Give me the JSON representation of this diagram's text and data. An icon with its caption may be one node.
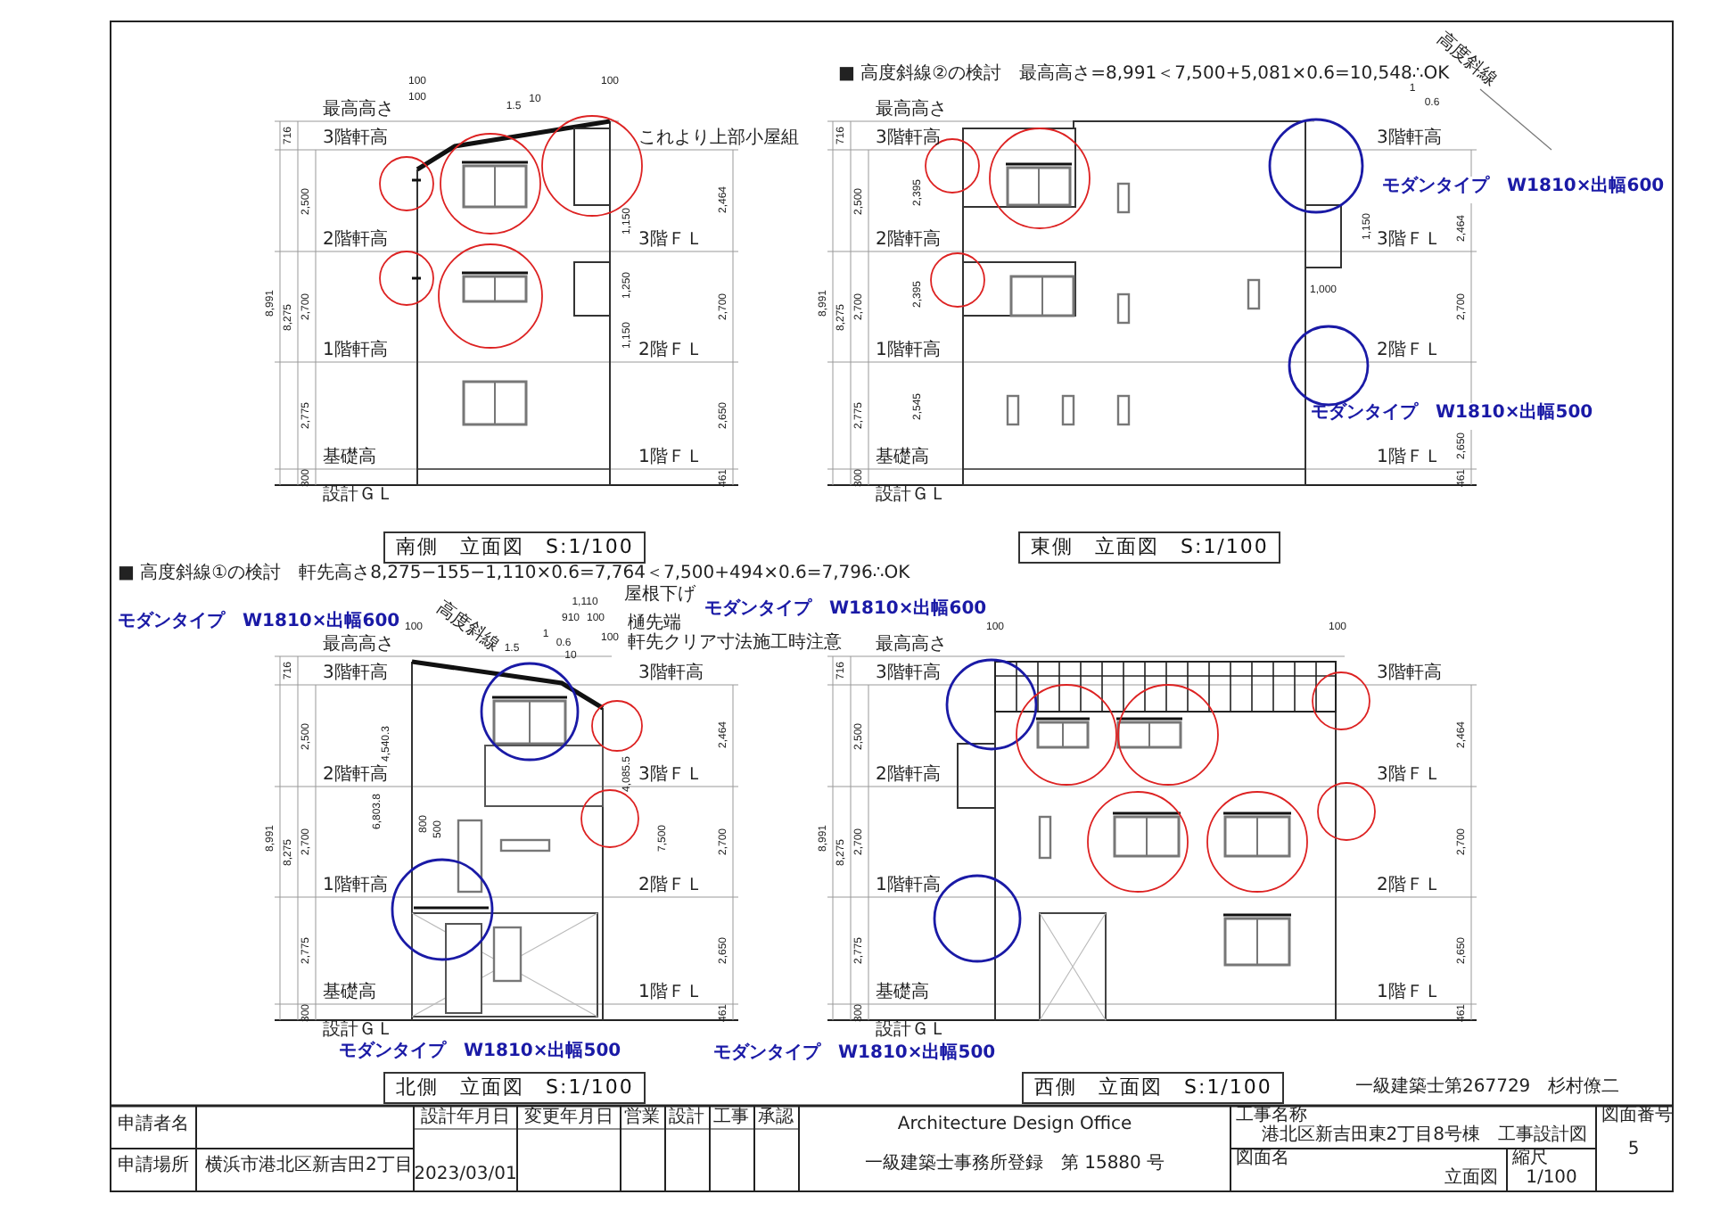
{
  "diagram": {
    "nodes": [
      {
        "text": [
          "南側　立面図　S:1/100"
        ]
      },
      {
        "text": [
          "東側　立面図　S:1/100"
        ]
      },
      {
        "text": [
          "北側　立面図　S:1/100"
        ]
      },
      {
        "text": [
          "西側　立面図　S:1/100"
        ]
      }
    ],
    "labels": [
      "最高高さ",
      "3階軒高",
      "2階軒高",
      "1階軒高",
      "基礎高",
      "設計ＧＬ",
      "8,991",
      "716",
      "8,275",
      "2,500",
      "2,700",
      "2,775",
      "300",
      "これより上部小屋組",
      "3階ＦＬ",
      "2階ＦＬ",
      "1階ＦＬ",
      "2,464",
      "2,700",
      "2,650",
      "461",
      "100",
      "100",
      "100",
      "1.5",
      "10",
      "1,150",
      "1,250",
      "1,150",
      "■ 高度斜線②の検討　最高高さ=8,991＜7,500+5,081×0.6=10,548∴OK",
      "高度斜線",
      "1",
      "0.6",
      "最高高さ",
      "3階軒高",
      "2階軒高",
      "1階軒高",
      "基礎高",
      "設計ＧＬ",
      "8,991",
      "716",
      "8,275",
      "2,500",
      "2,700",
      "2,775",
      "300",
      "2,395",
      "2,395",
      "2,545",
      "3階軒高",
      "3階ＦＬ",
      "2階ＦＬ",
      "1階ＦＬ",
      "2,464",
      "2,700",
      "2,650",
      "461",
      "モダンタイプ　W1810×出幅600",
      "1,150",
      "1,000",
      "モダンタイプ　W1810×出幅500",
      "■ 高度斜線①の検討　軒先高さ8,275−155−1,110×0.6=7,764＜7,500+494×0.6=7,796∴OK",
      "屋根下げ",
      "モダンタイプ　W1810×出幅600",
      "1,110",
      "910",
      "100",
      "100",
      "高度斜線",
      "樋先端",
      "100",
      "軒先クリア寸法施工時注意",
      "1",
      "0.6",
      "1.5",
      "10",
      "最高高さ",
      "3階軒高",
      "2階軒高",
      "1階軒高",
      "基礎高",
      "設計ＧＬ",
      "8,991",
      "716",
      "8,275",
      "2,500",
      "2,700",
      "2,775",
      "300",
      "4,540.3",
      "6,803.8",
      "800",
      "500",
      "4,085.5",
      "7,500",
      "3階軒高",
      "3階ＦＬ",
      "2階ＦＬ",
      "1階ＦＬ",
      "2,464",
      "2,700",
      "2,650",
      "461",
      "モダンタイプ　W1810×出幅500",
      "モダンタイプ　W1810×出幅600",
      "100",
      "100",
      "最高高さ",
      "3階軒高",
      "2階軒高",
      "1階軒高",
      "基礎高",
      "設計ＧＬ",
      "8,991",
      "716",
      "8,275",
      "2,500",
      "2,700",
      "2,775",
      "300",
      "3階軒高",
      "3階ＦＬ",
      "2階ＦＬ",
      "1階ＦＬ",
      "2,464",
      "2,700",
      "2,650",
      "461",
      "モダンタイプ　W1810×出幅500",
      "一級建築士第267729　杉村僚二",
      "申請者名",
      "申請場所",
      "横浜市港北区新吉田2丁目",
      "設計年月日",
      "変更年月日",
      "営業",
      "設計",
      "工事",
      "承認",
      "2023/03/01",
      "Architecture Design Office",
      "一級建築士事務所登録　第 15880 号",
      "工事名称",
      "港北区新吉田東2丁目8号棟　工事設計図",
      "図面番号",
      "図面名",
      "立面図",
      "縮尺",
      "1/100",
      "5"
    ]
  }
}
